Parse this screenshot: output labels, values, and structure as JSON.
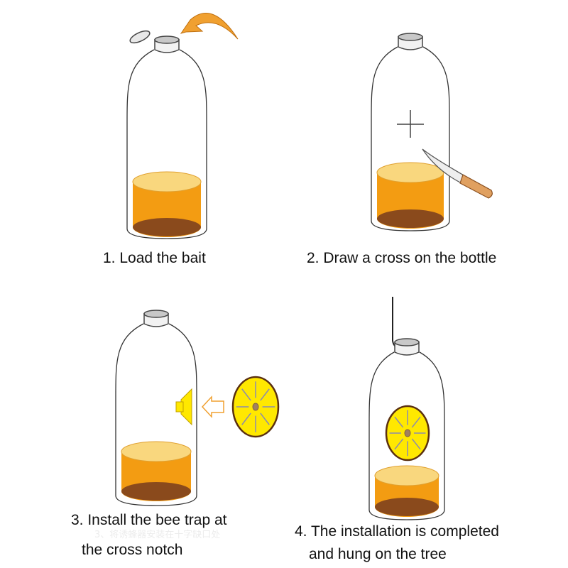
{
  "steps": [
    {
      "caption": "1. Load the bait"
    },
    {
      "caption": "2. Draw a cross on the bottle"
    },
    {
      "caption_line1": "3. Install the bee trap at",
      "caption_line2": "the cross notch",
      "faint_note": "3、将诱蜂器安装在十字缺口处"
    },
    {
      "caption_line1": "4. The installation is completed",
      "caption_line2": "and hung on the tree"
    }
  ],
  "colors": {
    "bait_top": "#f9d77e",
    "bait_body": "#f39c12",
    "bait_bottom": "#8a4a1c",
    "arrow_orange": "#f0a030",
    "trap_yellow": "#ffe800",
    "trap_rim": "#5a3010",
    "knife_handle": "#e0a060"
  }
}
